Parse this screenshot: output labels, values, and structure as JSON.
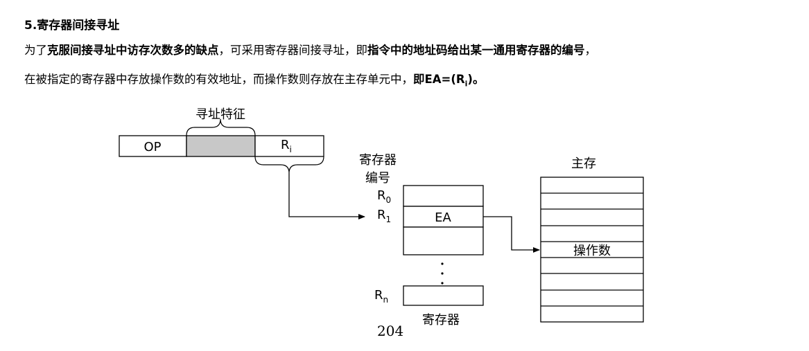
{
  "heading": "5.寄存器间接寻址",
  "paragraph": {
    "line1": [
      {
        "text": "为了",
        "bold": false
      },
      {
        "text": "克服间接寻址中访存次数多的缺点",
        "bold": true
      },
      {
        "text": "，可采用寄存器间接寻址，即",
        "bold": false
      },
      {
        "text": "指令中的地址码给出某一通用寄存器的编号",
        "bold": true
      },
      {
        "text": "，",
        "bold": false
      }
    ],
    "line2_text": "在被指定的寄存器中存放操作数的有效地址，而操作数则存放在主存单元中，",
    "formula": {
      "prefix": "即EA=(R",
      "sub": "i",
      "suffix": ")。"
    }
  },
  "diagram": {
    "feature_label": "寻址特征",
    "op_label": "OP",
    "ri": {
      "base": "R",
      "sub": "i"
    },
    "reg_number_label": [
      "寄存器",
      "编号"
    ],
    "r0": {
      "base": "R",
      "sub": "0"
    },
    "r1": {
      "base": "R",
      "sub": "1"
    },
    "rn": {
      "base": "R",
      "sub": "n"
    },
    "ea_label": "EA",
    "registers_label": "寄存器",
    "memory_label": "主存",
    "operand_label": "操作数",
    "colors": {
      "shaded_field": "#c8c8c8",
      "lines": "#000000"
    }
  },
  "page_number": "204"
}
